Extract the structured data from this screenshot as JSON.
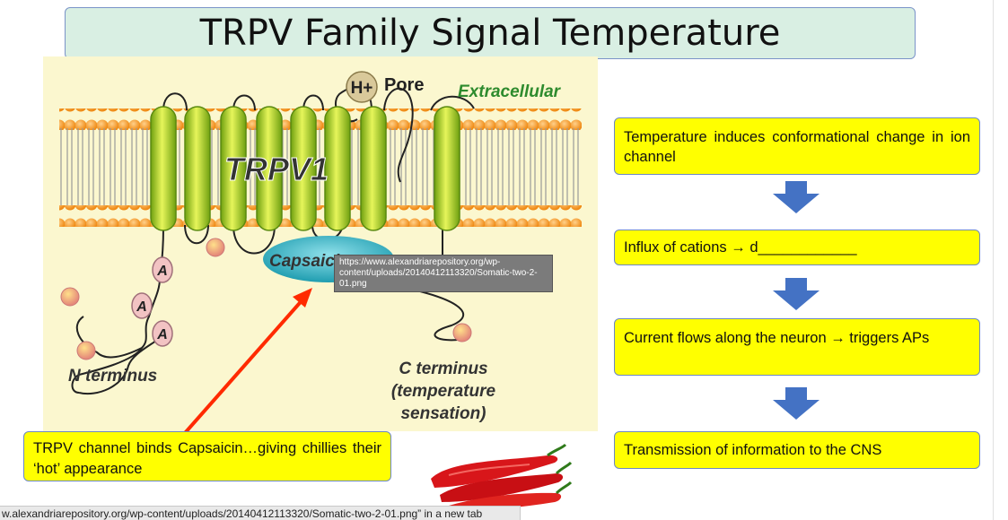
{
  "slide": {
    "title": "TRPV Family Signal Temperature"
  },
  "diagram": {
    "labels": {
      "h_plus": "H+",
      "pore": "Pore",
      "extracellular": "Extracellular",
      "trpv1": "TRPV1",
      "capsaicin": "Capsaicin",
      "n_terminus": "N terminus",
      "c_terminus_1": "C terminus",
      "c_terminus_2": "(temperature",
      "c_terminus_3": "sensation)",
      "a1": "A",
      "a2": "A",
      "a3": "A"
    }
  },
  "tooltip": {
    "text": "https://www.alexandriarepository.org/wp-content/uploads/20140412113320/Somatic-two-2-01.png"
  },
  "flow": {
    "step1": "Temperature induces conformational change in ion channel",
    "step2": "Influx of cations → d____________",
    "step3": "Current flows along the neuron →  triggers APs",
    "step4": "Transmission of information to the CNS"
  },
  "caption": {
    "text": "TRPV channel binds Capsaicin…giving chillies their ‘hot’ appearance"
  },
  "status_bar": {
    "text": "w.alexandriarepository.org/wp-content/uploads/20140412113320/Somatic-two-2-01.png” in a new tab"
  },
  "colors": {
    "flow_box_fill": "#ffff00",
    "flow_box_border": "#6c87c4",
    "arrow": "#4472c4",
    "helix": "#a8d820",
    "lipid_head": "#f39a2a",
    "capsaicin": "#33b3c3",
    "red_arrow": "#ff2a00",
    "extracellular_text": "#2e8b2e"
  }
}
